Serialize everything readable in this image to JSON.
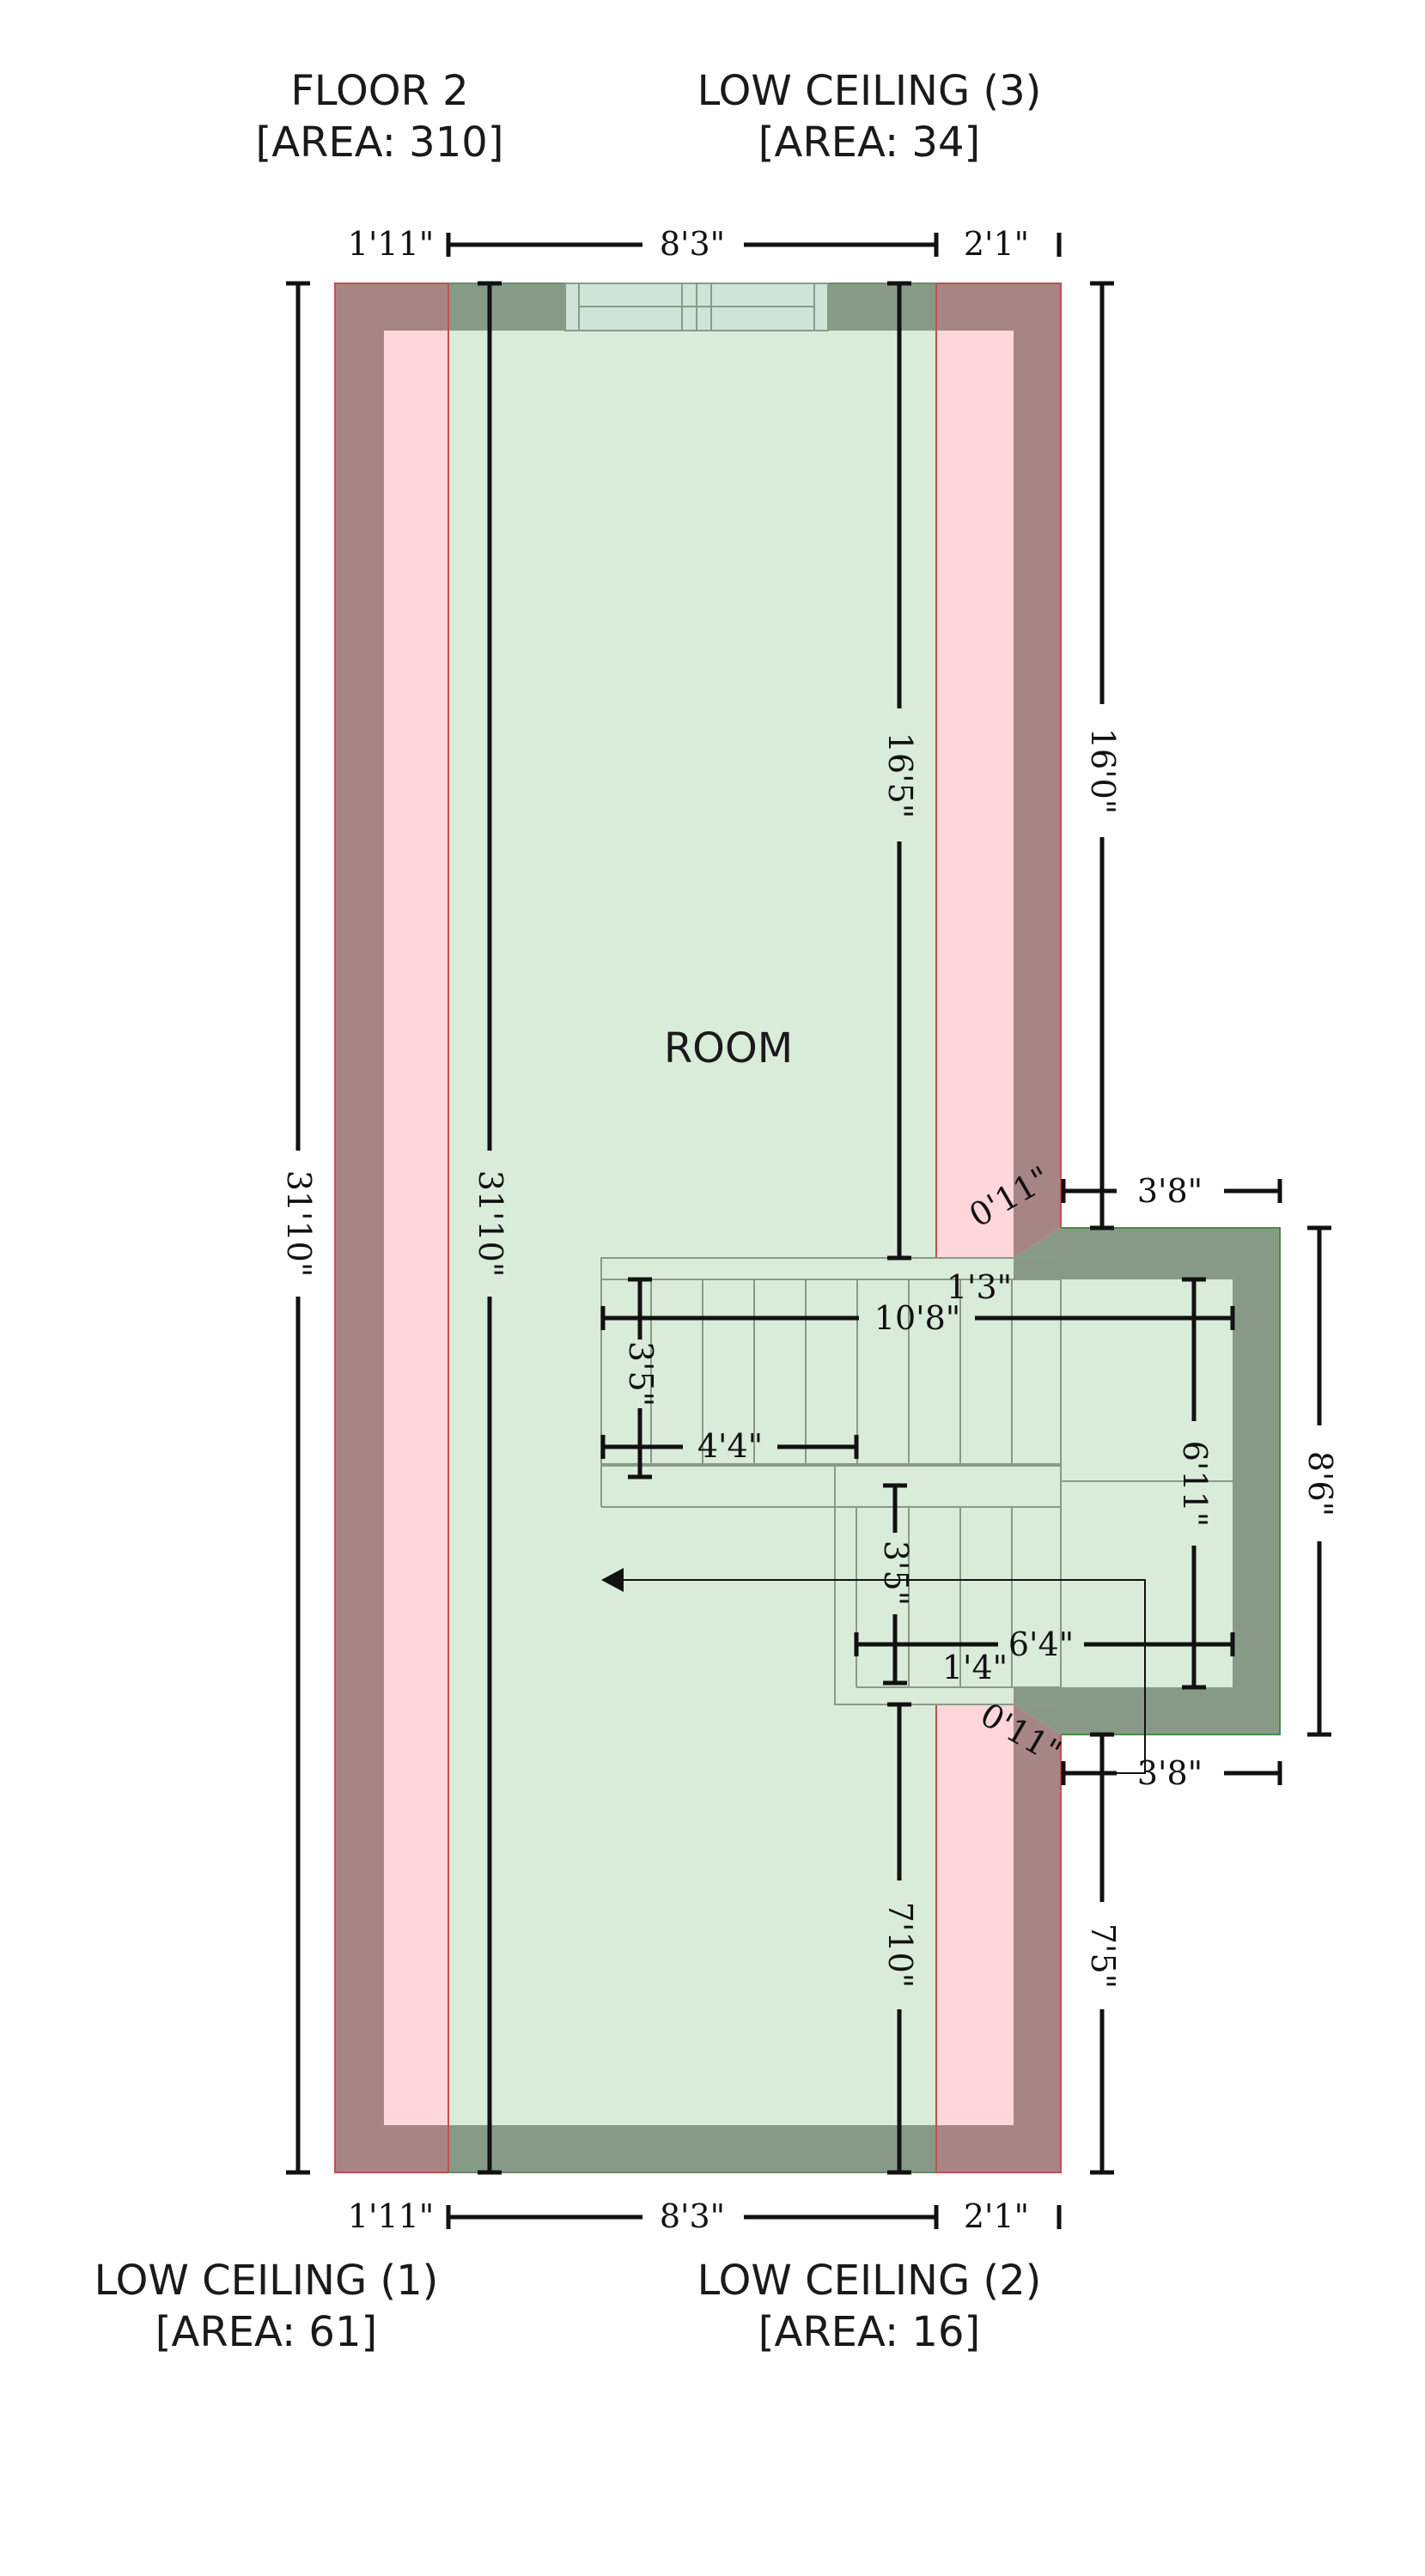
{
  "labels": {
    "floor": {
      "name": "FLOOR 2",
      "area": "[AREA: 310]"
    },
    "low_ceiling_3": {
      "name": "LOW CEILING (3)",
      "area": "[AREA: 34]"
    },
    "low_ceiling_1": {
      "name": "LOW CEILING (1)",
      "area": "[AREA: 61]"
    },
    "low_ceiling_2": {
      "name": "LOW CEILING (2)",
      "area": "[AREA: 16]"
    },
    "room": "ROOM"
  },
  "dimensions": {
    "top_left": "1'11\"",
    "top_mid": "8'3\"",
    "top_right": "2'1\"",
    "bottom_left": "1'11\"",
    "bottom_mid": "8'3\"",
    "bottom_right": "2'1\"",
    "outer_height": "31'10\"",
    "inner_height": "31'10\"",
    "right_upper": "16'0\"",
    "inner_upper": "16'5\"",
    "right_lower": "7'5\"",
    "inner_lower": "7'10\"",
    "bay_height": "8'6\"",
    "bay_top_width": "3'8\"",
    "bay_bottom_width": "3'8\"",
    "chamfer_top": "0'11\"",
    "chamfer_bottom": "0'11\"",
    "stair_width": "10'8\"",
    "stair_step_top": "1'3\"",
    "stair_landing_height": "3'5\"",
    "stair_landing_width": "4'4\"",
    "stair_lower_height": "3'5\"",
    "stair_lower_width": "6'4\"",
    "stair_lower_step": "1'4\"",
    "stair_right_height": "6'11\""
  },
  "colors": {
    "room_fill": "#d9ebd9",
    "wall_green": "#879a87",
    "low_ceiling_fill": "#ffd6d9",
    "low_ceiling_wall": "#a88585",
    "outline_red": "#c0504d",
    "outline_green": "#4a8a4a",
    "stair_line": "#8a9a8a",
    "window_fill": "#cfe3d8"
  }
}
